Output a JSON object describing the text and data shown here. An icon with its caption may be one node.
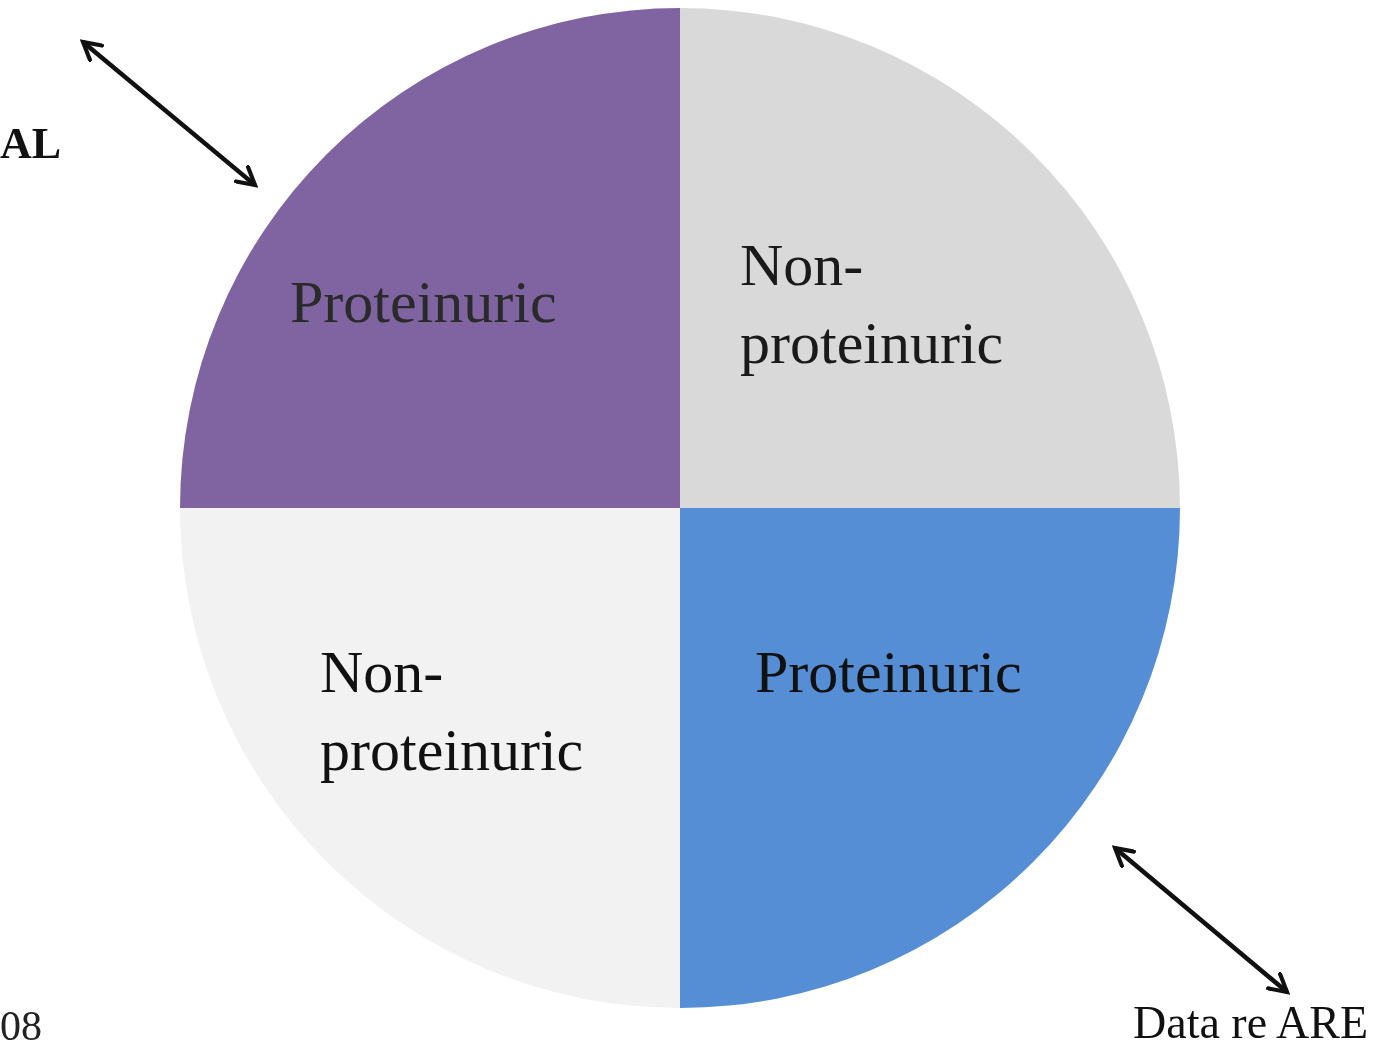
{
  "diagram": {
    "nodes": [
      {
        "text": [
          "AL"
        ]
      },
      {
        "text": [
          "Proteinuric"
        ]
      },
      {
        "text": [
          "Non- proteinuric"
        ]
      },
      {
        "text": [
          "Non- proteinuric"
        ]
      },
      {
        "text": [
          "Proteinuric"
        ]
      },
      {
        "text": [
          "Data re ARE"
        ]
      }
    ],
    "edges": [
      {
        "from": 0,
        "to": 1,
        "arrow": "both"
      },
      {
        "from": 4,
        "to": 5,
        "arrow": "both"
      }
    ],
    "labels": [
      "08"
    ]
  }
}
